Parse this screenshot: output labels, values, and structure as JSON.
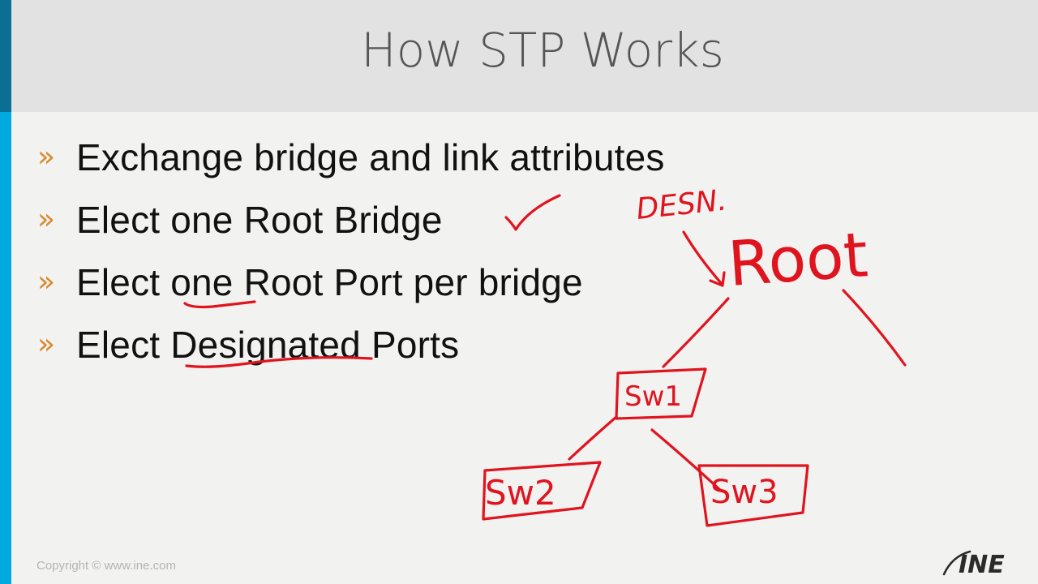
{
  "slide": {
    "title": "How STP Works",
    "bullet_marker": "»",
    "bullets": [
      "Exchange bridge and link attributes",
      "Elect one Root Bridge",
      "Elect one Root Port per bridge",
      "Elect Designated Ports"
    ]
  },
  "annotations": {
    "root_label": "Root",
    "desn_label": "DESN.",
    "switches": [
      "Sw1",
      "Sw2",
      "Sw3"
    ]
  },
  "footer": {
    "copyright": "Copyright © www.ine.com",
    "logo_text": "INE"
  },
  "colors": {
    "ink": "#e0141e",
    "bullet_marker": "#d9892b",
    "accent_bar": "#00a9e0"
  }
}
